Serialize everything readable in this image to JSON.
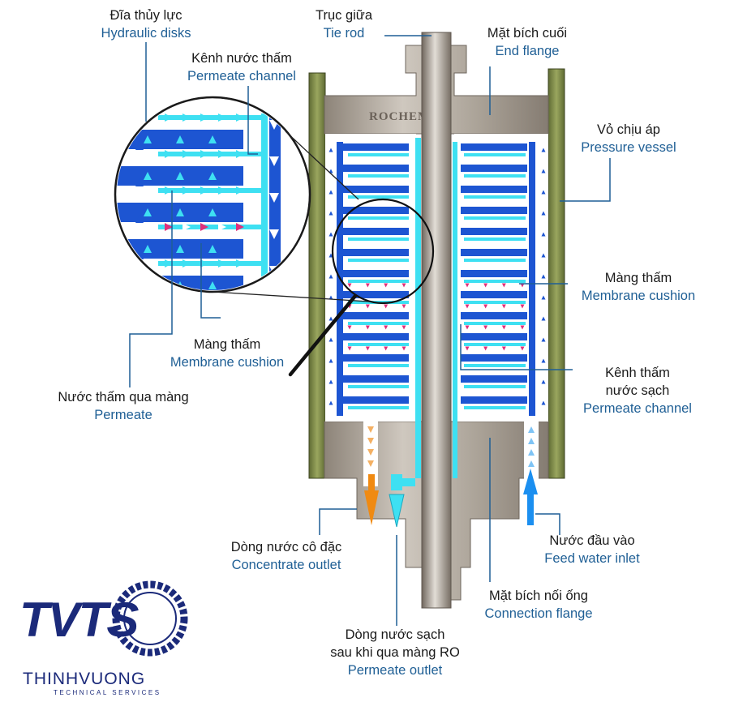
{
  "labels": {
    "hydraulic_disks": {
      "vi": "Đĩa thủy lực",
      "en": "Hydraulic disks"
    },
    "permeate_channel_left": {
      "vi": "Kênh nước thấm",
      "en": "Permeate channel"
    },
    "membrane_cushion_left": {
      "vi": "Màng thấm",
      "en": "Membrane cushion"
    },
    "permeate": {
      "vi": "Nước thấm qua màng",
      "en": "Permeate"
    },
    "tie_rod": {
      "vi": "Trục giữa",
      "en": "Tie rod"
    },
    "end_flange": {
      "vi": "Mặt bích cuối",
      "en": "End flange"
    },
    "pressure_vessel": {
      "vi": "Vỏ chịu áp",
      "en": "Pressure vessel"
    },
    "membrane_cushion_right": {
      "vi": "Màng thấm",
      "en": "Membrane cushion"
    },
    "permeate_channel_right": {
      "vi1": "Kênh thấm",
      "vi2": "nước sạch",
      "en": "Permeate channel"
    },
    "feed_water_inlet": {
      "vi": "Nước đầu vào",
      "en": "Feed water inlet"
    },
    "connection_flange": {
      "vi": "Mặt bích nối ống",
      "en": "Connection flange"
    },
    "concentrate_outlet": {
      "vi": "Dòng nước cô đặc",
      "en": "Concentrate outlet"
    },
    "permeate_outlet": {
      "vi1": "Dòng nước sạch",
      "vi2": "sau khi qua màng RO",
      "en": "Permeate outlet"
    }
  },
  "stamp": "ROCHEM PF",
  "logo": {
    "mark": "TVTS",
    "name": "THINHVUONG",
    "tagline": "TECHNICAL SERVICES"
  },
  "colors": {
    "vessel": "#7d8a48",
    "disk_blue": "#1d55d2",
    "permeate_cyan": "#3ee0f2",
    "concentrate": "#f08a12",
    "feed": "#1b8ff0",
    "membrane_pink": "#e0307a",
    "steel": "#a59c92",
    "label_blue": "#1f5f95",
    "logo_navy": "#1b2a7a"
  }
}
